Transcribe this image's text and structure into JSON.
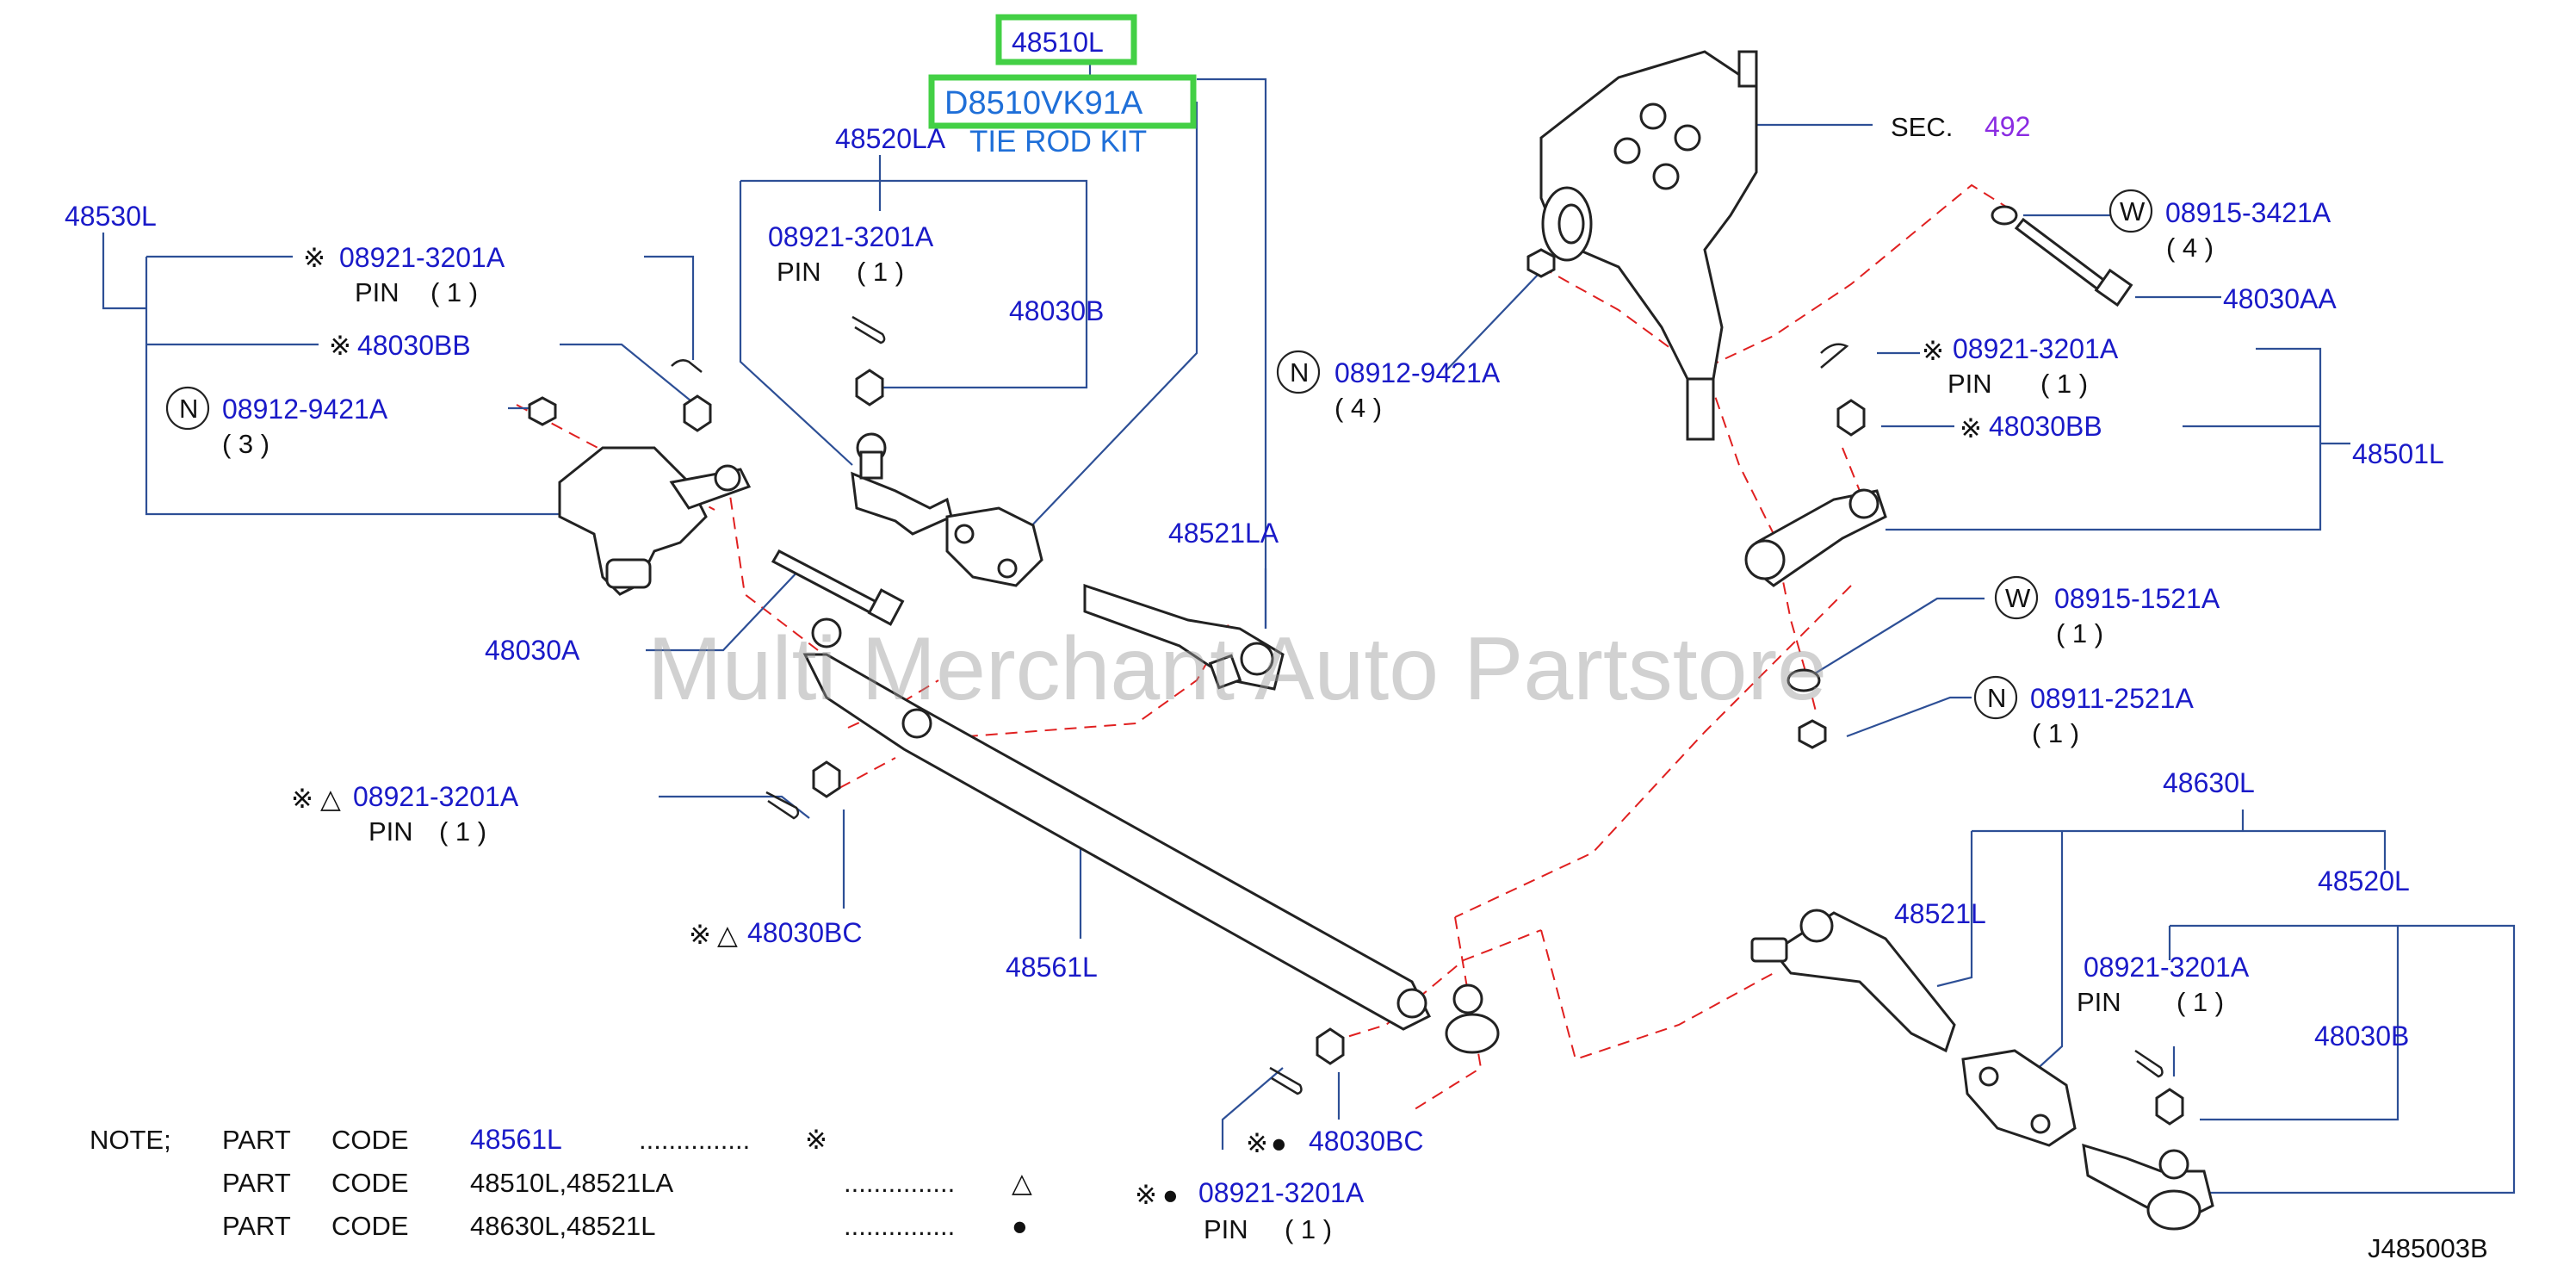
{
  "watermark": "Multi Merchant Auto Partstore",
  "diagram_code": "J485003B",
  "highlighted": {
    "part": "48510L",
    "kit_code": "D8510VK91A",
    "kit_name": "TIE ROD KIT"
  },
  "colors": {
    "label": "#1a1ac8",
    "leader": "#2d4f96",
    "dashed": "#e02020",
    "highlight": "#43d045",
    "kit": "#1f6fd8",
    "section": "#8a2be2"
  },
  "labels": {
    "p48520LA": "48520LA",
    "p48530L": "48530L",
    "pin1": "PIN",
    "qty1": "( 1 )",
    "pin2": "PIN",
    "qty2": "( 1 )",
    "pin3": "PIN",
    "qty3": "( 1 )",
    "pin4": "PIN",
    "qty4": "( 1 )",
    "pin5": "PIN",
    "qty5": "( 1 )",
    "pin6": "PIN",
    "qty6": "( 1 )",
    "p08921_a": "08921-3201A",
    "p08921_b": "08921-3201A",
    "p08921_c": "08921-3201A",
    "p08921_d": "08921-3201A",
    "p08921_e": "08921-3201A",
    "p08921_f": "08921-3201A",
    "p48030BB_a": "48030BB",
    "p48030BB_b": "48030BB",
    "p48030B_a": "48030B",
    "p48030B_b": "48030B",
    "p08912_a": "08912-9421A",
    "qty_08912_a": "( 3 )",
    "p08912_b": "08912-9421A",
    "qty_08912_b": "( 4 )",
    "p48521LA": "48521LA",
    "p48030A": "48030A",
    "p48030BC_a": "48030BC",
    "p48030BC_b": "48030BC",
    "p48561L": "48561L",
    "sec_label": "SEC.",
    "sec_num": "492",
    "p08915_3421A": "08915-3421A",
    "qty_08915_3421A": "( 4 )",
    "p48030AA": "48030AA",
    "p48501L": "48501L",
    "p08915_1521A": "08915-1521A",
    "qty_08915_1521A": "( 1 )",
    "p08911_2521A": "08911-2521A",
    "qty_08911_2521A": "( 1 )",
    "p48630L": "48630L",
    "p48521L": "48521L",
    "p48520L": "48520L",
    "sym_kome": "※",
    "sym_tri": "△",
    "sym_dot": "●",
    "circle_N": "N",
    "circle_W": "W"
  },
  "note": {
    "title": "NOTE;",
    "rows": [
      {
        "part": "PART",
        "code": "CODE",
        "value": "48561L",
        "dots": "...............",
        "symbol": "※"
      },
      {
        "part": "PART",
        "code": "CODE",
        "value": "48510L,48521LA",
        "dots": "...............",
        "symbol": "△"
      },
      {
        "part": "PART",
        "code": "CODE",
        "value": "48630L,48521L",
        "dots": "...............",
        "symbol": "●"
      }
    ]
  }
}
